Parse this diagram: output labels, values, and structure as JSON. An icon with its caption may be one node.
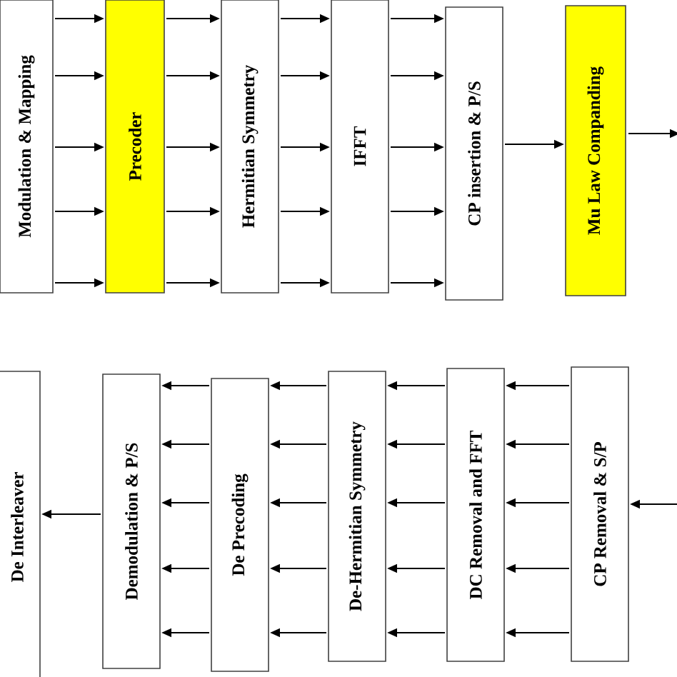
{
  "diagram": {
    "nodes": [
      {
        "text": [
          "Modulation & Mapping"
        ]
      },
      {
        "text": [
          "Precoder"
        ]
      },
      {
        "text": [
          "Hermitian Symmetry"
        ]
      },
      {
        "text": [
          "IFFT"
        ]
      },
      {
        "text": [
          "CP insertion & P/S"
        ]
      },
      {
        "text": [
          "Mu Law Companding"
        ]
      },
      {
        "text": [
          "De Interleaver"
        ]
      },
      {
        "text": [
          "Demodulation & P/S"
        ]
      },
      {
        "text": [
          "De Precoding"
        ]
      },
      {
        "text": [
          "De-Hermitian Symmetry"
        ]
      },
      {
        "text": [
          "DC Removal and FFT"
        ]
      },
      {
        "text": [
          "CP Removal & S/P"
        ]
      }
    ],
    "edges": [
      {
        "from": 0,
        "to": 1,
        "arrow": "to"
      },
      {
        "from": 0,
        "to": 1,
        "arrow": "to"
      },
      {
        "from": 0,
        "to": 1,
        "arrow": "to"
      },
      {
        "from": 0,
        "to": 1,
        "arrow": "to"
      },
      {
        "from": 0,
        "to": 1,
        "arrow": "to"
      },
      {
        "from": 1,
        "to": 2,
        "arrow": "to"
      },
      {
        "from": 1,
        "to": 2,
        "arrow": "to"
      },
      {
        "from": 1,
        "to": 2,
        "arrow": "to"
      },
      {
        "from": 1,
        "to": 2,
        "arrow": "to"
      },
      {
        "from": 1,
        "to": 2,
        "arrow": "to"
      },
      {
        "from": 2,
        "to": 3,
        "arrow": "to"
      },
      {
        "from": 2,
        "to": 3,
        "arrow": "to"
      },
      {
        "from": 2,
        "to": 3,
        "arrow": "to"
      },
      {
        "from": 2,
        "to": 3,
        "arrow": "to"
      },
      {
        "from": 2,
        "to": 3,
        "arrow": "to"
      },
      {
        "from": 3,
        "to": 4,
        "arrow": "to"
      },
      {
        "from": 3,
        "to": 4,
        "arrow": "to"
      },
      {
        "from": 3,
        "to": 4,
        "arrow": "to"
      },
      {
        "from": 3,
        "to": 4,
        "arrow": "to"
      },
      {
        "from": 3,
        "to": 4,
        "arrow": "to"
      },
      {
        "from": 4,
        "to": 5,
        "arrow": "to"
      },
      {
        "from": 5,
        "to": null,
        "arrow": "to"
      },
      {
        "from": null,
        "to": 11,
        "arrow": "to"
      },
      {
        "from": 11,
        "to": 10,
        "arrow": "to"
      },
      {
        "from": 11,
        "to": 10,
        "arrow": "to"
      },
      {
        "from": 11,
        "to": 10,
        "arrow": "to"
      },
      {
        "from": 11,
        "to": 10,
        "arrow": "to"
      },
      {
        "from": 11,
        "to": 10,
        "arrow": "to"
      },
      {
        "from": 10,
        "to": 9,
        "arrow": "to"
      },
      {
        "from": 10,
        "to": 9,
        "arrow": "to"
      },
      {
        "from": 10,
        "to": 9,
        "arrow": "to"
      },
      {
        "from": 10,
        "to": 9,
        "arrow": "to"
      },
      {
        "from": 10,
        "to": 9,
        "arrow": "to"
      },
      {
        "from": 9,
        "to": 8,
        "arrow": "to"
      },
      {
        "from": 9,
        "to": 8,
        "arrow": "to"
      },
      {
        "from": 9,
        "to": 8,
        "arrow": "to"
      },
      {
        "from": 9,
        "to": 8,
        "arrow": "to"
      },
      {
        "from": 9,
        "to": 8,
        "arrow": "to"
      },
      {
        "from": 8,
        "to": 7,
        "arrow": "to"
      },
      {
        "from": 8,
        "to": 7,
        "arrow": "to"
      },
      {
        "from": 8,
        "to": 7,
        "arrow": "to"
      },
      {
        "from": 8,
        "to": 7,
        "arrow": "to"
      },
      {
        "from": 8,
        "to": 7,
        "arrow": "to"
      },
      {
        "from": 7,
        "to": 6,
        "arrow": "to"
      }
    ]
  }
}
